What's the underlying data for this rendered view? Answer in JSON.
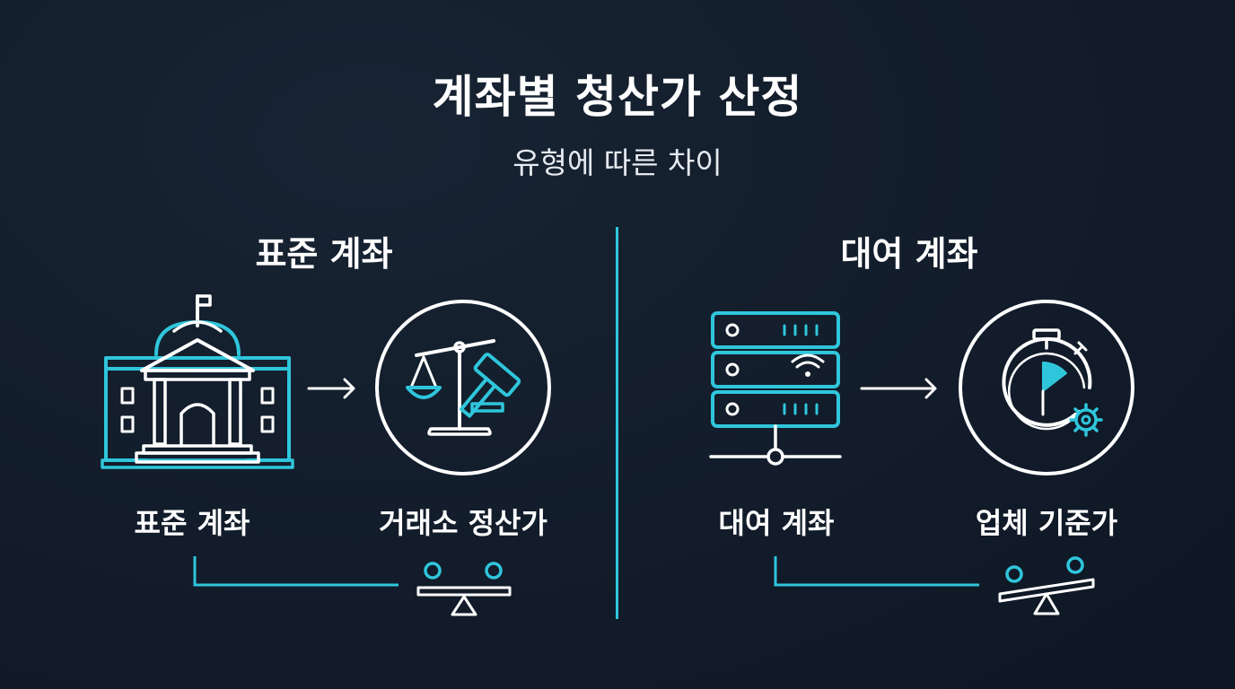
{
  "title": "계좌별 청산가 산정",
  "subtitle": "유형에 따른 차이",
  "colors": {
    "accent": "#2fc6dc",
    "line": "#ffffff",
    "background": "#121c2a"
  },
  "left": {
    "section_title": "표준 계좌",
    "source_label": "표준 계좌",
    "target_label": "거래소 정산가",
    "source_icon": "bank-building-icon",
    "target_icon": "scales-gavel-icon",
    "balance_icon": "seesaw-balance-icon"
  },
  "right": {
    "section_title": "대여 계좌",
    "source_label": "대여 계좌",
    "target_label": "업체 기준가",
    "source_icon": "server-rack-icon",
    "target_icon": "stopwatch-gear-icon",
    "balance_icon": "seesaw-balance-icon"
  }
}
